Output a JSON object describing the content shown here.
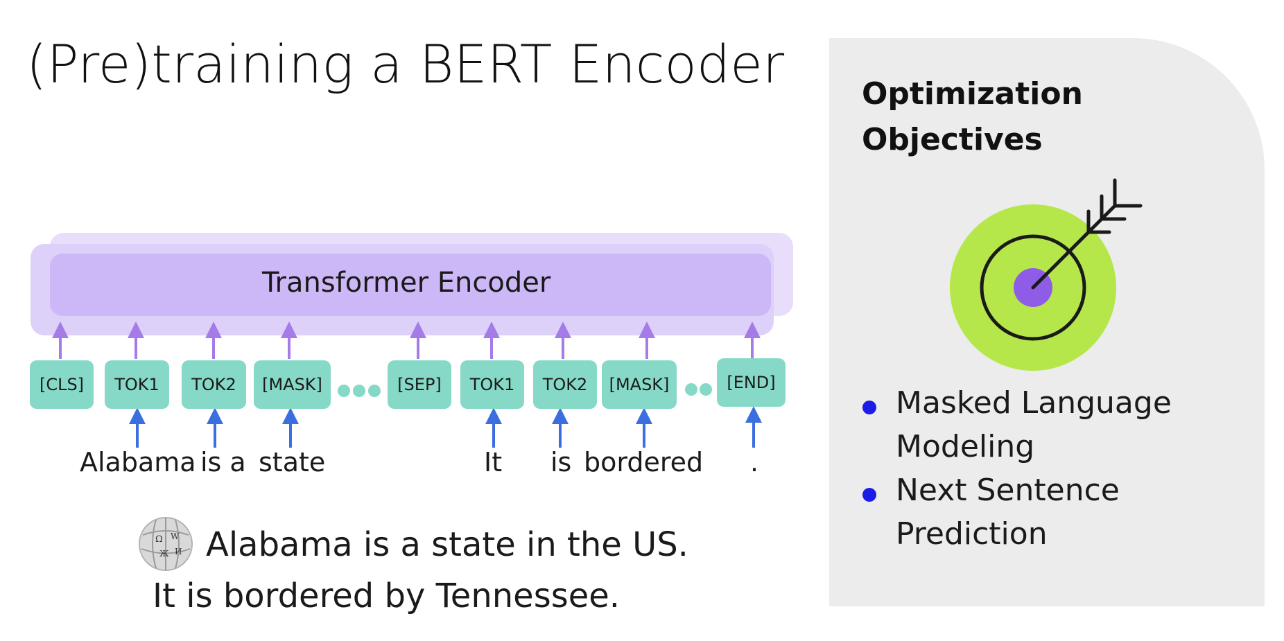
{
  "title": "(Pre)training a BERT Encoder",
  "encoder": {
    "label": "Transformer Encoder"
  },
  "tokens": [
    "[CLS]",
    "TOK1",
    "TOK2",
    "[MASK]",
    "[SEP]",
    "TOK1",
    "TOK2",
    "[MASK]",
    "[END]"
  ],
  "words": [
    "Alabama",
    "is a",
    "state",
    "It",
    "is",
    "bordered",
    "."
  ],
  "sentence": {
    "line1": "Alabama is a state  in the US.",
    "line2": "It is bordered by Tennessee."
  },
  "panel": {
    "title_line1": "Optimization",
    "title_line2": "Objectives",
    "objectives": [
      {
        "line1": "Masked Language",
        "line2": "Modeling"
      },
      {
        "line1": "Next Sentence",
        "line2": "Prediction"
      }
    ]
  },
  "colors": {
    "token_fill": "#86d9c7",
    "encoder_fill": "#cdb8f7",
    "up_arrow_top": "#a57be8",
    "up_arrow_bottom": "#3b6fe0",
    "target_outer": "#b5e74a",
    "target_center": "#8f5ce8",
    "bullet": "#1c1ce6",
    "panel_bg": "#ececec"
  },
  "icons": [
    "wikipedia-globe-icon",
    "target-arrow-icon",
    "ellipsis-dots-icon"
  ]
}
